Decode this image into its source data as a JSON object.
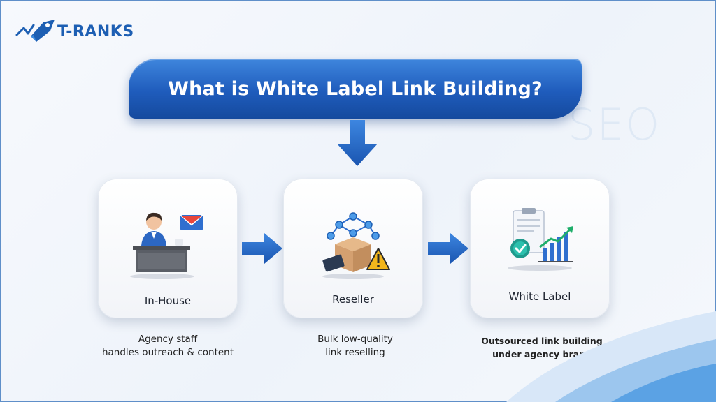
{
  "logo": {
    "text": "T-RANKS"
  },
  "title": "What is White Label Link Building?",
  "watermark": "SEO",
  "steps": [
    {
      "label": "In-House",
      "description_lines": [
        "Agency staff",
        "handles outreach & content"
      ]
    },
    {
      "label": "Reseller",
      "description_lines": [
        "Bulk low-quality",
        "link reselling"
      ]
    },
    {
      "label": "White Label",
      "description_lines": [
        "Outsourced link building",
        "under agency brand"
      ]
    }
  ],
  "colors": {
    "brand": "#1d5fb3",
    "banner": "#1f5cbc",
    "arrow": "#2c6fce",
    "warning": "#f2b51c"
  }
}
